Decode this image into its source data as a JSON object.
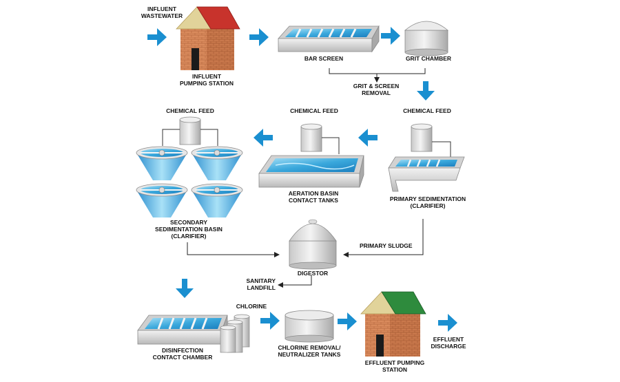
{
  "labels": {
    "influent_wastewater": "INFLUENT\nWASTEWATER",
    "influent_pumping_station": "INFLUENT\nPUMPING STATION",
    "bar_screen": "BAR SCREEN",
    "grit_chamber": "GRIT CHAMBER",
    "grit_screen_removal": "GRIT & SCREEN\nREMOVAL",
    "chemical_feed_left": "CHEMICAL FEED",
    "chemical_feed_middle": "CHEMICAL FEED",
    "chemical_feed_right": "CHEMICAL FEED",
    "secondary_sedimentation": "SECONDARY\nSEDIMENTATION BASIN\n(CLARIFIER)",
    "aeration_basin": "AERATION BASIN\nCONTACT TANKS",
    "primary_sedimentation": "PRIMARY SEDIMENTATION\n(CLARIFIER)",
    "primary_sludge": "PRIMARY SLUDGE",
    "digestor": "DIGESTOR",
    "sanitary_landfill": "SANITARY\nLANDFILL",
    "chlorine": "CHLORINE",
    "disinfection_contact_chamber": "DISINFECTION\nCONTACT CHAMBER",
    "chlorine_removal": "CHLORINE REMOVAL/\nNEUTRALIZER TANKS",
    "effluent_pumping_station": "EFFLUENT PUMPING\nSTATION",
    "effluent_discharge": "EFFLUENT\nDISCHARGE"
  },
  "colors": {
    "flow_arrow": "#1a8fd0",
    "brick": "#d98a5c",
    "roof_influent": "#c8332c",
    "roof_effluent": "#2e8b3d",
    "water": "#4fb6e3",
    "concrete": "#d8d8d8"
  }
}
